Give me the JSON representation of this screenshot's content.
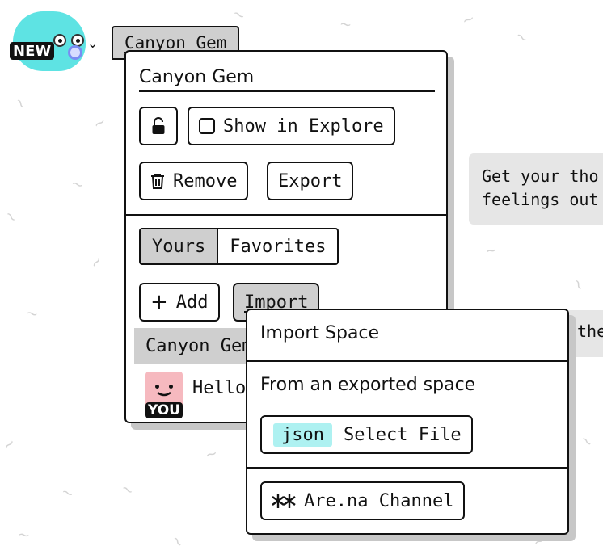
{
  "header": {
    "new_badge": "NEW",
    "space_title": "Canyon Gem"
  },
  "tips": [
    {
      "lines": [
        "Get your tho",
        "feelings out"
      ]
    },
    {
      "text": "the"
    }
  ],
  "space_menu": {
    "name_value": "Canyon Gem",
    "show_in_explore": "Show in Explore",
    "remove": "Remove",
    "export": "Export",
    "tabs": [
      {
        "label": "Yours",
        "active": true
      },
      {
        "label": "Favorites",
        "active": false
      }
    ],
    "add": "Add",
    "import": "Import",
    "spaces": [
      {
        "name": "Canyon Gem",
        "selected": true
      }
    ],
    "user": {
      "text": "Hello",
      "badge": "YOU"
    }
  },
  "import_menu": {
    "title": "Import Space",
    "section_label": "From an exported space",
    "json_chip": "json",
    "select_file": "Select File",
    "arena": "Are.na Channel"
  },
  "colors": {
    "accent_cyan": "#5ee3e3",
    "selected_gray": "#cfcfcf",
    "shadow": "#c7c7c7",
    "tip_bg": "#e6e6e6",
    "user_avatar": "#f6b9bf"
  },
  "icons": [
    "lock-icon",
    "checkbox-icon",
    "trash-icon",
    "plus-icon",
    "arena-icon",
    "chevron-down-icon"
  ]
}
